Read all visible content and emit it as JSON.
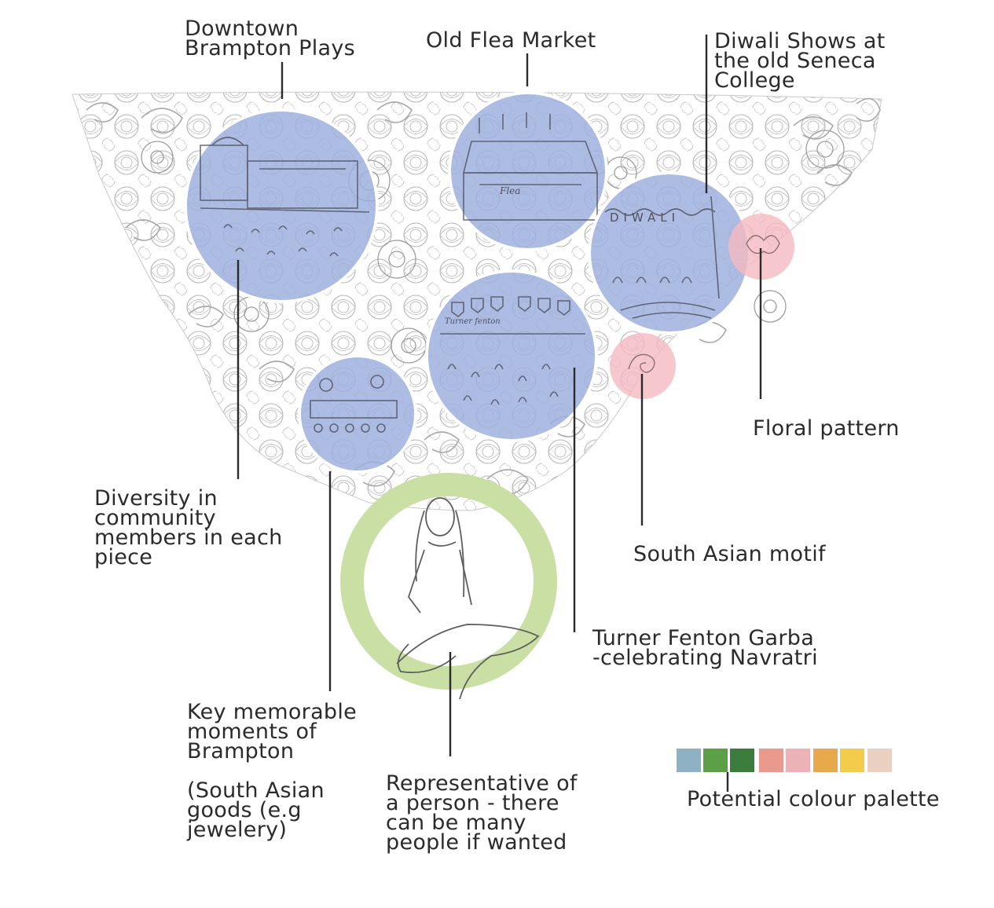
{
  "annotations": {
    "downtown_plays": [
      "Downtown",
      "Brampton Plays"
    ],
    "flea_market": [
      "Old Flea Market"
    ],
    "diwali_shows": [
      "Diwali Shows at",
      "the old Seneca",
      "College"
    ],
    "floral_pattern": [
      "Floral pattern"
    ],
    "south_asian_motif": [
      "South Asian motif"
    ],
    "turner_fenton": [
      "Turner Fenton Garba",
      "-celebrating Navratri"
    ],
    "diversity": [
      "Diversity in",
      "community",
      "members in each",
      "piece"
    ],
    "key_moments": [
      "Key memorable",
      "moments of",
      "Brampton"
    ],
    "south_asian_goods": [
      "(South Asian",
      "goods (e.g",
      "jewelery)"
    ],
    "representative": [
      "Representative of",
      "a person - there",
      "can be many",
      "people if wanted"
    ],
    "palette_label": [
      "Potential colour palette"
    ]
  },
  "sketch_text": {
    "flea_sign": "Flea",
    "diwali_banner": "DIWALI",
    "turner_sign": "Turner fenton"
  },
  "colors": {
    "scene_circle": "#9fb0de",
    "motif_circle": "#f4b9bf",
    "person_ring": "#c9dfa3",
    "leader_line": "#2b2b2b",
    "sketch_line": "#6a6a6a"
  },
  "palette": [
    "#8fb1c4",
    "#5c9f46",
    "#3c7c3d",
    "#e99a8c",
    "#ebb3b8",
    "#e8a94c",
    "#f3cc4b",
    "#e9d0c1"
  ]
}
